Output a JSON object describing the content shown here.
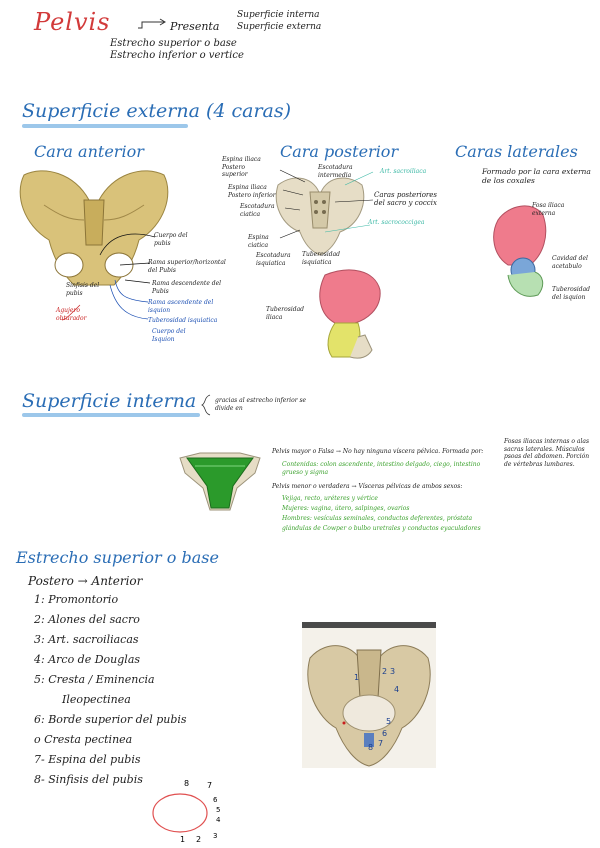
{
  "header": {
    "title": "Pelvis",
    "presenta": "Presenta",
    "sup_interna": "Superficie interna",
    "sup_externa": "Superficie externa",
    "estrecho_sup": "Estrecho superior o base",
    "estrecho_inf": "Estrecho inferior o vertice"
  },
  "externa": {
    "title": "Superficie externa (4 caras)",
    "anterior": {
      "title": "Cara anterior",
      "labels": {
        "cuerpo_pubis": "Cuerpo del pubis",
        "rama_sup": "Rama superior/horizontal del Pubis",
        "rama_desc": "Rama descendente del Pubis",
        "sinfisis": "Sinfisis del pubis",
        "agujero": "Agujero obturador",
        "rama_isquion": "Rama ascendente del isquion",
        "tuberosidad": "Tuberosidad isquiatica",
        "cuerpo_isquion": "Cuerpo del Isquion"
      }
    },
    "posterior": {
      "title": "Cara posterior",
      "labels": {
        "espina_sup": "Espina iliaca Postero superior",
        "espina_inf": "Espina iliaca Postero inferior",
        "escotadura_ciatica": "Escotadura ciatica",
        "escotadura_intermedia": "Escotadura intermedia",
        "espina_ciatica": "Espina ciatica",
        "escotadura_isquiatica": "Escotadura isquiatica",
        "art_sacroiliaca": "Art. sacroiliaca",
        "caras_posteriores": "Caras posteriores del sacro y coccix",
        "art_sacrococcigea": "Art. sacrococcigea",
        "tuberosidad_isq": "Tuberosidad isquiatica",
        "tuberosidad_iliaca": "Tuberosidad iliaca"
      }
    },
    "laterales": {
      "title": "Caras laterales",
      "desc": "Formado por la cara externa de los coxales",
      "labels": {
        "fosa": "Fosa iliaca externa",
        "cavidad": "Cavidad del acetabulo",
        "tuberosidad": "Tuberosidad del isquion"
      }
    }
  },
  "interna": {
    "title": "Superficie interna",
    "note": "gracias al estrecho inferior se divide en",
    "pelvis_mayor": "Pelvis mayor o Falsa → No hay ninguna víscera pélvica. Formada por:",
    "formada_items": "Fosas iliacas internas o alas sacras laterales. Músculos psoas del abdomen. Porción de vértebras lumbares.",
    "contiene": "Contenidas: colon ascendente, intestino delgado, ciego, intestino grueso y sigma",
    "pelvis_menor": "Pelvis menor o verdadera → Vísceras pélvicas de ambos sexos:",
    "vejiga": "Vejiga, recto, uréteres y vértice",
    "mujeres": "Mujeres: vagina, útero, salpinges, ovarios",
    "hombres": "Hombres: vesículas seminales, conductos deferentes, próstata",
    "glandulas": "glándulas de Cowper o bulbo uretrales y conductos eyaculadores"
  },
  "estrecho": {
    "title": "Estrecho superior o base",
    "direccion": "Postero → Anterior",
    "items": [
      "1: Promontorio",
      "2: Alones del sacro",
      "3: Art. sacroiliacas",
      "4: Arco de Douglas",
      "5: Cresta / Eminencia",
      "Ileopectinea",
      "6: Borde superior del pubis",
      "o Cresta pectinea",
      "7- Espina del pubis",
      "8- Sinfisis del pubis"
    ],
    "diagram_numbers": [
      "8",
      "7",
      "6",
      "5",
      "4",
      "3",
      "2",
      "1"
    ],
    "photo_numbers": [
      "1",
      "2",
      "3",
      "4",
      "5",
      "6",
      "7",
      "8"
    ]
  },
  "colors": {
    "title_red": "#d23a3a",
    "heading_blue": "#2a6db5",
    "underline": "#9cc7ea",
    "bone": "#d9c27a",
    "pink": "#ef7b8c",
    "green": "#3aa12c"
  }
}
